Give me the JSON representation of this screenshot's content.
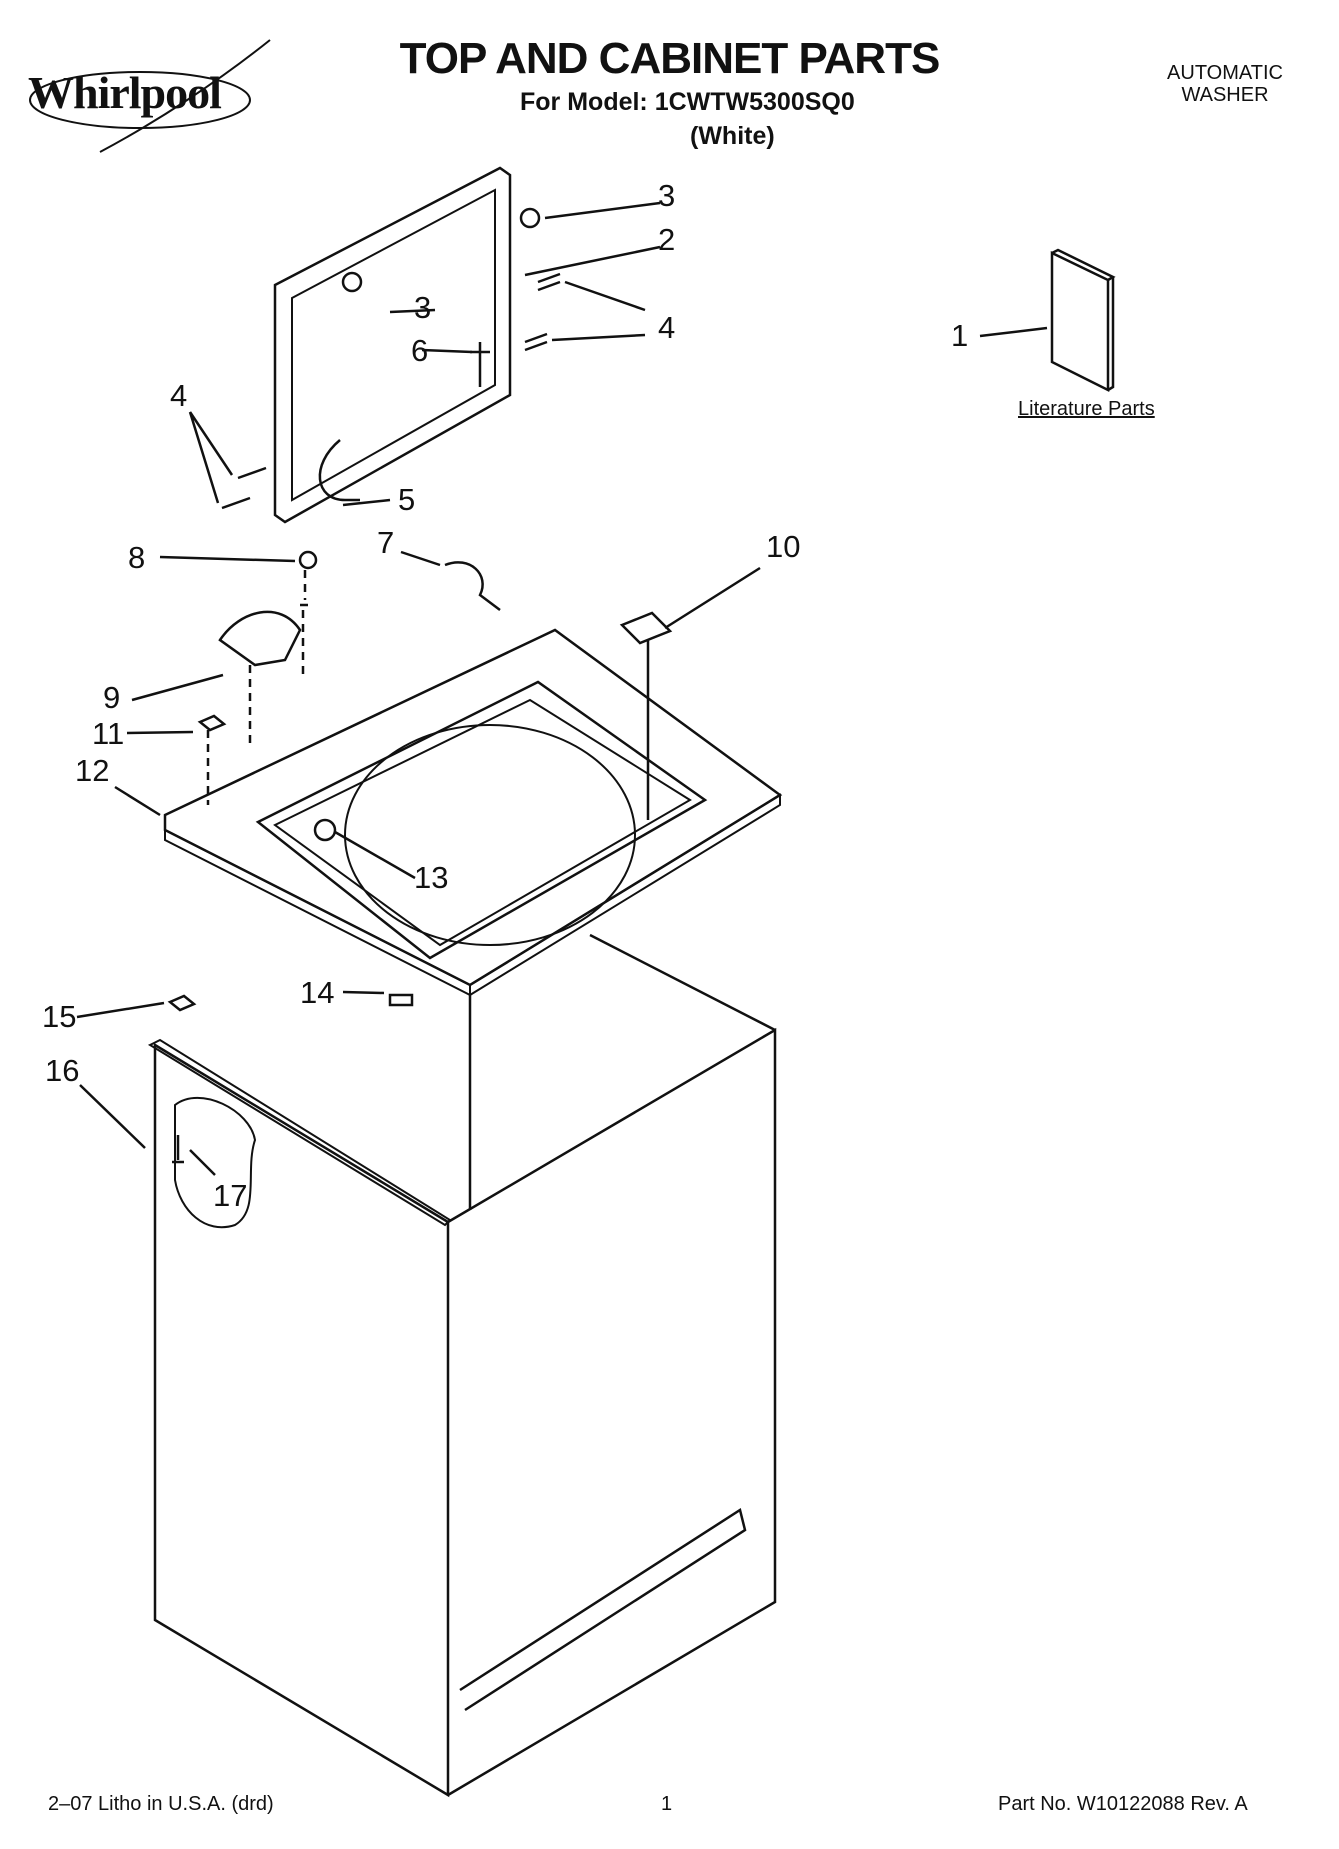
{
  "header": {
    "brand": "Whirlpool",
    "title": "TOP AND CABINET PARTS",
    "model_line": "For Model: 1CWTW5300SQ0",
    "color_line": "(White)",
    "appliance_type_line1": "AUTOMATIC",
    "appliance_type_line2": "WASHER"
  },
  "literature_label": "Literature Parts",
  "callouts": [
    "1",
    "2",
    "3",
    "3",
    "4",
    "4",
    "5",
    "6",
    "7",
    "8",
    "9",
    "10",
    "11",
    "12",
    "13",
    "14",
    "15",
    "16",
    "17"
  ],
  "footer": {
    "left": "2–07 Litho in U.S.A. (drd)",
    "center": "1",
    "right": "Part No. W10122088 Rev. A"
  }
}
